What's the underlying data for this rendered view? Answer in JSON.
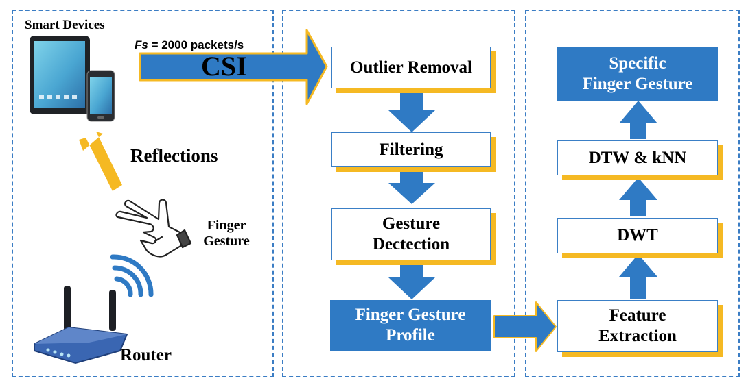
{
  "left_panel": {
    "smart_devices_label": "Smart Devices",
    "fs_label_prefix": "Fs",
    "fs_label_rest": " = 2000 packets/s",
    "csi_label": "CSI",
    "reflections_label": "Reflections",
    "finger_gesture_label_line1": "Finger",
    "finger_gesture_label_line2": "Gesture",
    "router_label": "Router"
  },
  "middle_panel": {
    "outlier_removal": "Outlier Removal",
    "filtering": "Filtering",
    "gesture_detection_line1": "Gesture",
    "gesture_detection_line2": "Dectection",
    "profile_line1": "Finger Gesture",
    "profile_line2": "Profile"
  },
  "right_panel": {
    "specific_line1": "Specific",
    "specific_line2": "Finger Gesture",
    "dtw_knn": "DTW & kNN",
    "dwt": "DWT",
    "feature_line1": "Feature",
    "feature_line2": "Extraction"
  },
  "colors": {
    "arrow_blue": "#2f7ac4",
    "accent_yellow": "#f5b923",
    "dash_blue": "#3b7dc4"
  },
  "icons": [
    "tablet-icon",
    "phone-icon",
    "hand-gesture-icon",
    "wifi-signal-icon",
    "router-icon"
  ]
}
